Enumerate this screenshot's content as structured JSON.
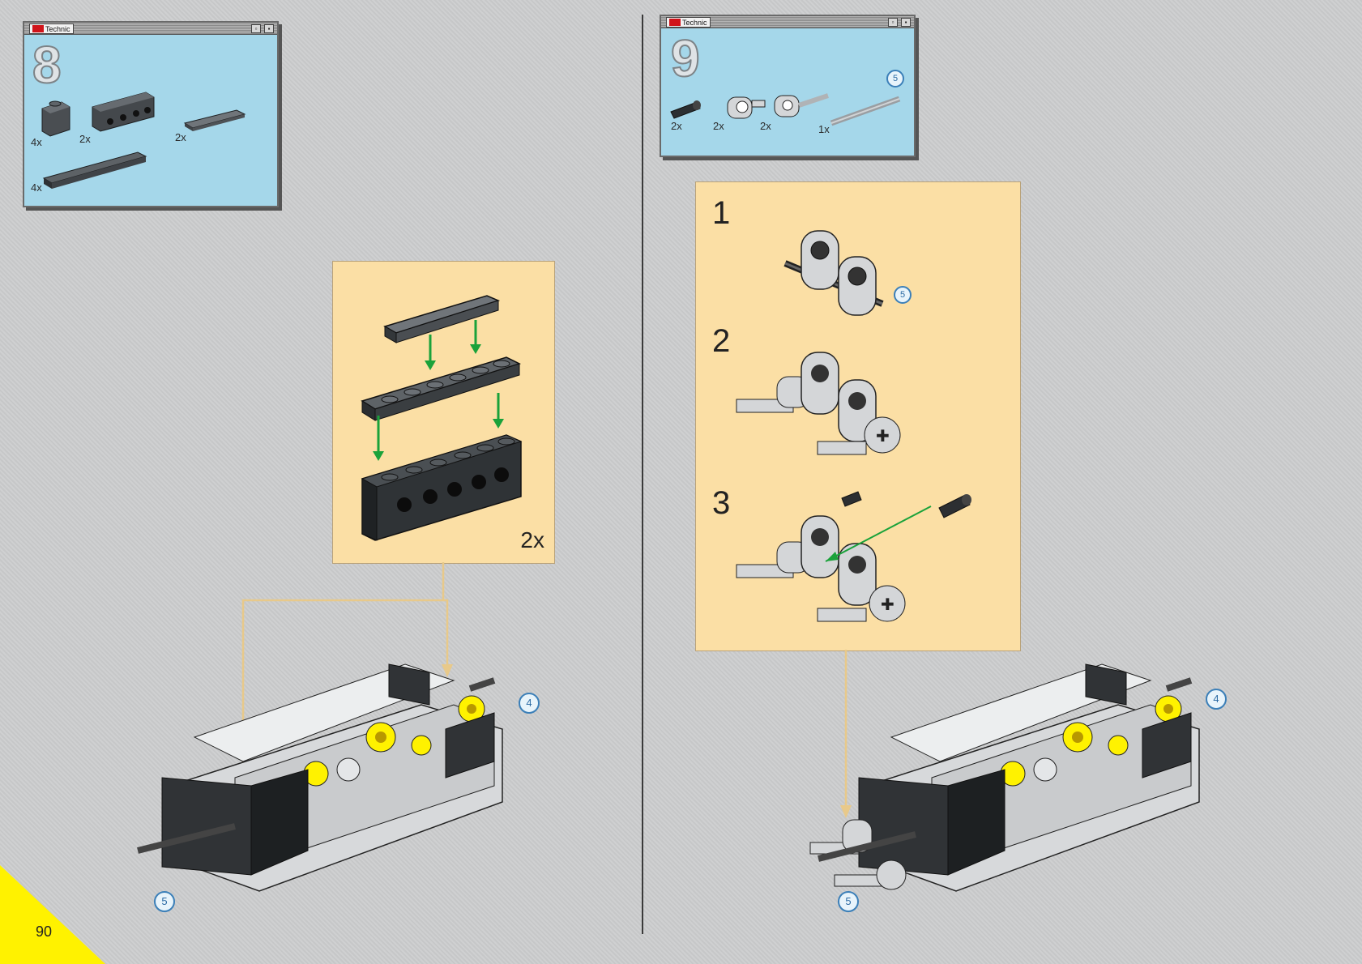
{
  "page_number": "90",
  "brand": {
    "name": "Technic"
  },
  "step8": {
    "number": "8",
    "parts": [
      {
        "qty": "4x",
        "icon": "brick-1x1-icon"
      },
      {
        "qty": "2x",
        "icon": "technic-brick-1x4-icon"
      },
      {
        "qty": "2x",
        "icon": "tile-1x4-icon"
      },
      {
        "qty": "4x",
        "icon": "plate-1x6-icon"
      }
    ],
    "subassembly_multiplier": "2x",
    "callouts": [
      "4",
      "5"
    ]
  },
  "step9": {
    "number": "9",
    "parts": [
      {
        "qty": "2x",
        "icon": "pin-icon"
      },
      {
        "qty": "2x",
        "icon": "cross-connector-icon"
      },
      {
        "qty": "2x",
        "icon": "axle-connector-icon"
      },
      {
        "qty": "1x",
        "icon": "axle-icon"
      }
    ],
    "part_callout": "5",
    "substeps": [
      "1",
      "2",
      "3"
    ],
    "substep_callout": "5",
    "callouts": [
      "4",
      "5"
    ]
  },
  "colors": {
    "parts_box": "#a5d7ea",
    "panel": "#fbdfa5",
    "arrow_green": "#1aa23a",
    "guide_line": "#e8c98a",
    "corner": "#fff200"
  }
}
